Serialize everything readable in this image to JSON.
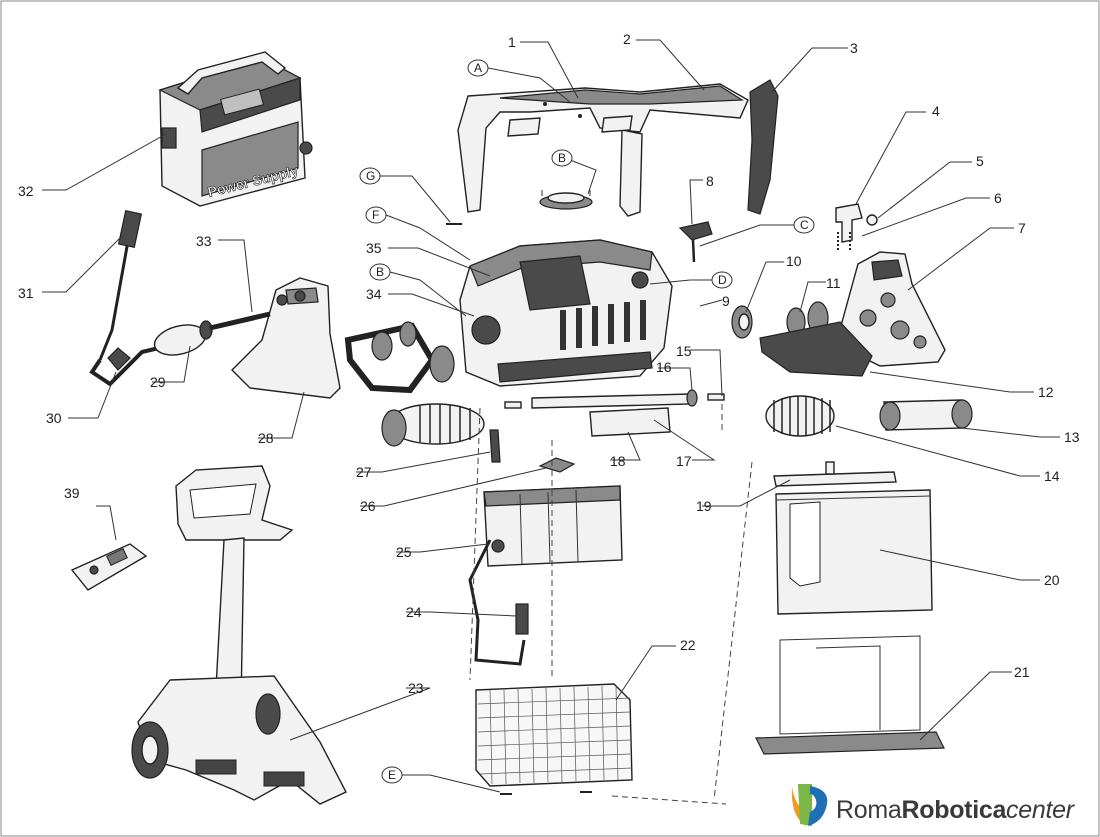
{
  "callouts": [
    "1",
    "2",
    "3",
    "4",
    "5",
    "6",
    "7",
    "8",
    "9",
    "10",
    "11",
    "12",
    "13",
    "14",
    "15",
    "16",
    "17",
    "18",
    "19",
    "20",
    "21",
    "22",
    "23",
    "24",
    "25",
    "26",
    "27",
    "28",
    "29",
    "30",
    "31",
    "32",
    "33",
    "34",
    "35",
    "39"
  ],
  "letter_callouts": [
    "A",
    "B",
    "C",
    "D",
    "E",
    "F",
    "G"
  ],
  "power_supply_label": "Power Supply",
  "brand": {
    "part1": "Roma",
    "part2": "Robotica",
    "part3": "center",
    "colors": {
      "orange": "#f39a1e",
      "green": "#7ab648",
      "blue": "#1f6fb5"
    }
  }
}
